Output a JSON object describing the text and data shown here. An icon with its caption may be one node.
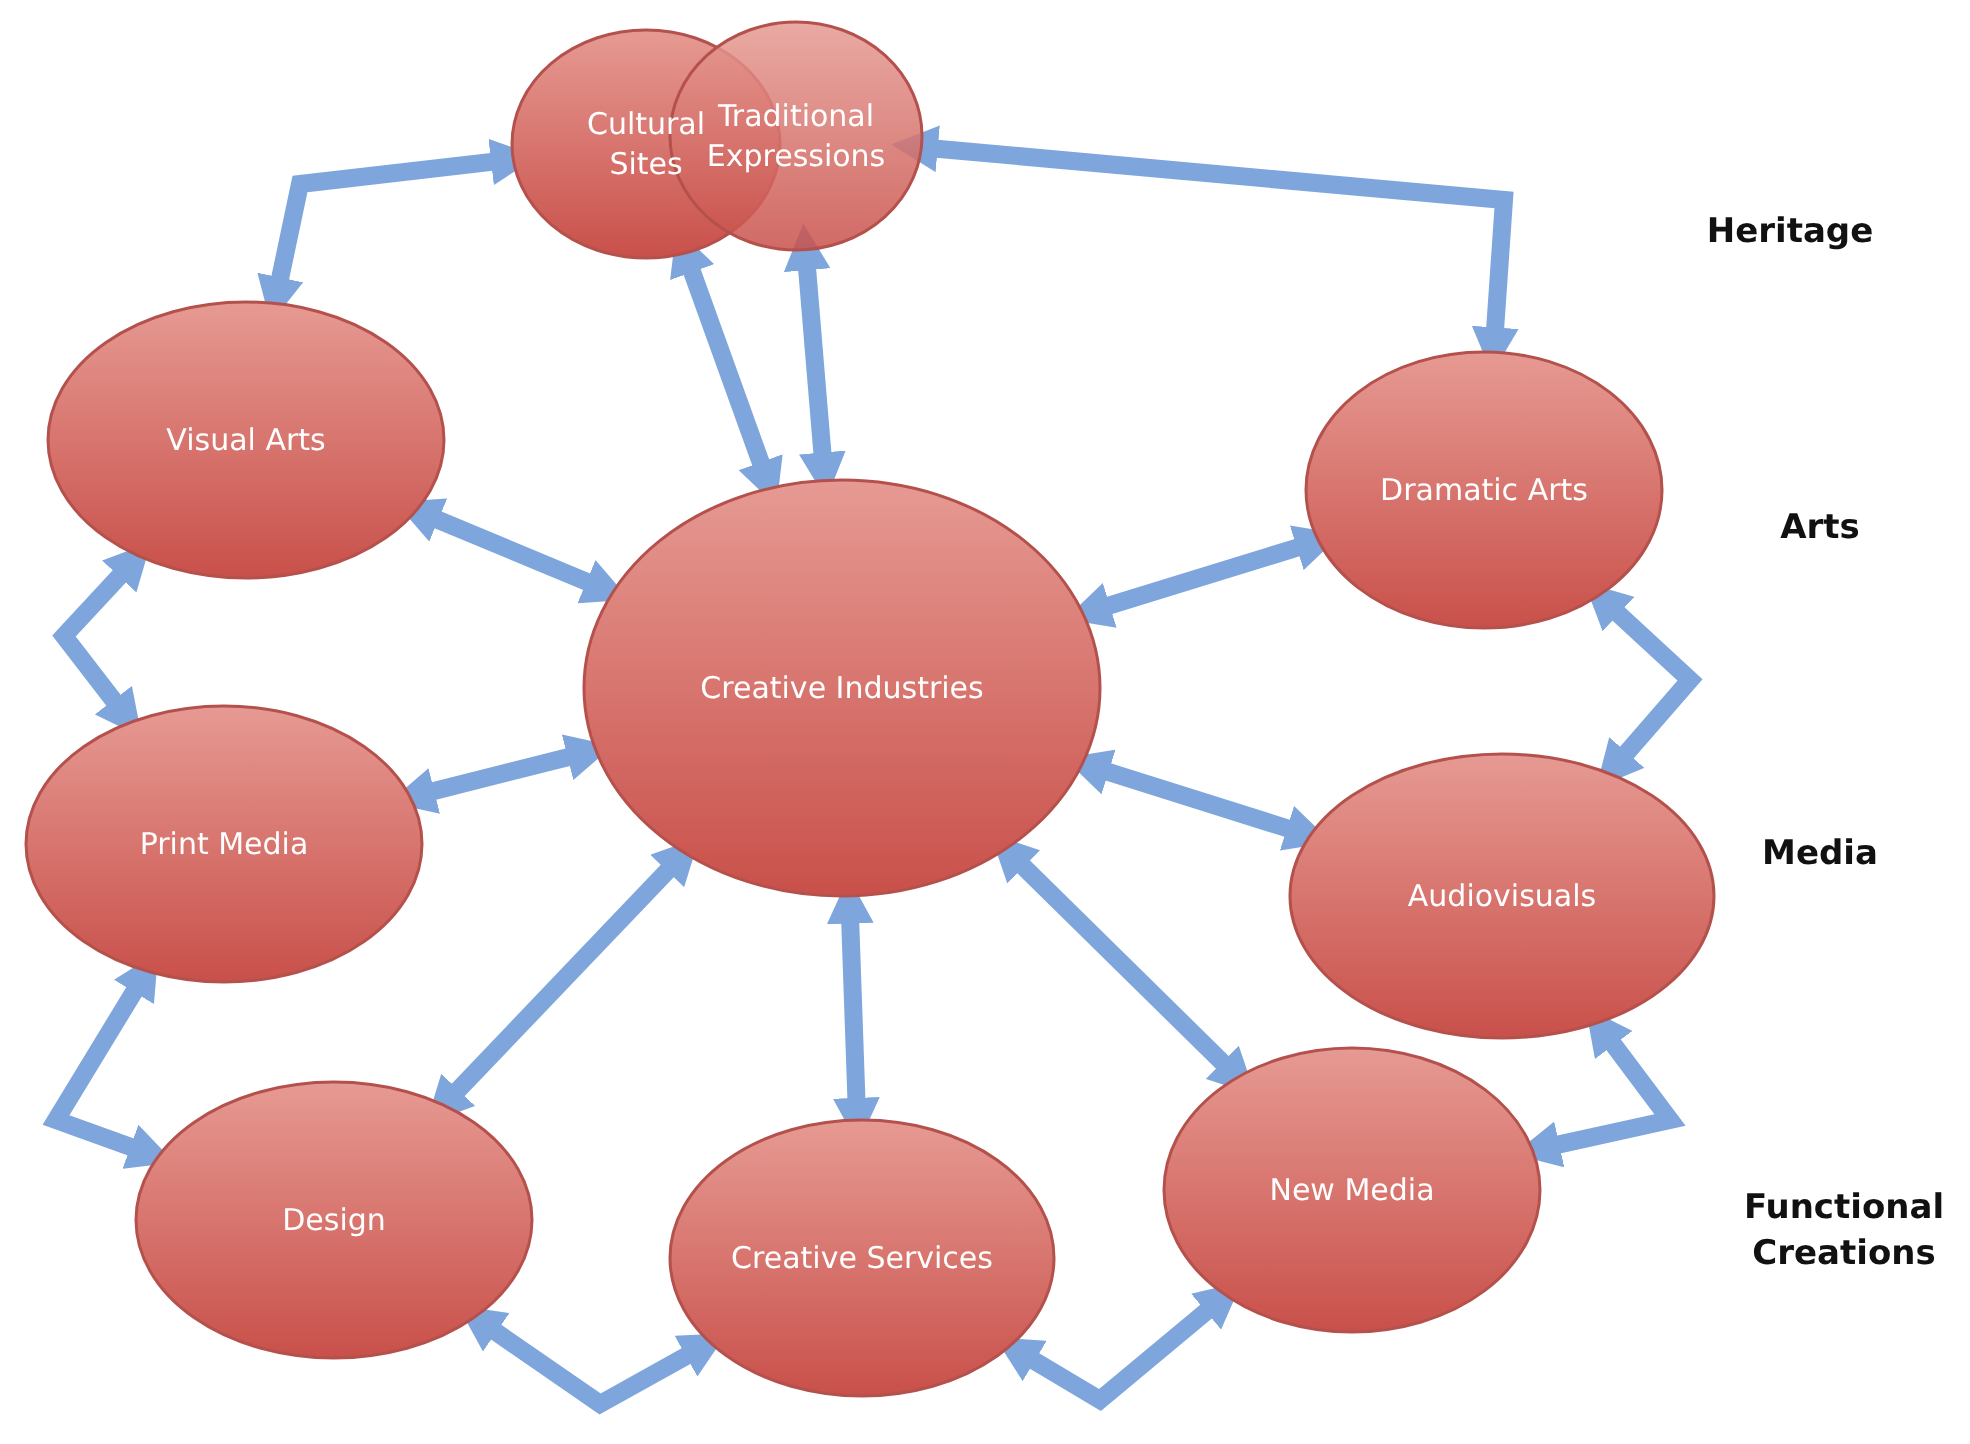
{
  "diagram": {
    "nodes": [
      {
        "text": [
          "Cultural Sites"
        ]
      },
      {
        "text": [
          "Traditional Expressions"
        ]
      },
      {
        "text": [
          "Visual Arts"
        ]
      },
      {
        "text": [
          "Dramatic Arts"
        ]
      },
      {
        "text": [
          "Creative Industries"
        ]
      },
      {
        "text": [
          "Print Media"
        ]
      },
      {
        "text": [
          "Audiovisuals"
        ]
      },
      {
        "text": [
          "Design"
        ]
      },
      {
        "text": [
          "Creative Services"
        ]
      },
      {
        "text": [
          "New Media"
        ]
      }
    ],
    "edges": [
      {
        "from": 4,
        "to": 0,
        "arrow": "both"
      },
      {
        "from": 4,
        "to": 1,
        "arrow": "both"
      },
      {
        "from": 4,
        "to": 2,
        "arrow": "both"
      },
      {
        "from": 4,
        "to": 3,
        "arrow": "both"
      },
      {
        "from": 4,
        "to": 5,
        "arrow": "both"
      },
      {
        "from": 4,
        "to": 6,
        "arrow": "both"
      },
      {
        "from": 4,
        "to": 7,
        "arrow": "both"
      },
      {
        "from": 4,
        "to": 8,
        "arrow": "both"
      },
      {
        "from": 4,
        "to": 9,
        "arrow": "both"
      },
      {
        "from": 2,
        "to": 0,
        "arrow": "both"
      },
      {
        "from": 1,
        "to": 3,
        "arrow": "both"
      },
      {
        "from": 3,
        "to": 6,
        "arrow": "both"
      },
      {
        "from": 6,
        "to": 9,
        "arrow": "both"
      },
      {
        "from": 9,
        "to": 8,
        "arrow": "both"
      },
      {
        "from": 8,
        "to": 7,
        "arrow": "both"
      },
      {
        "from": 7,
        "to": 5,
        "arrow": "both"
      },
      {
        "from": 5,
        "to": 2,
        "arrow": "both"
      }
    ],
    "labels": [
      "Heritage",
      "Arts",
      "Media",
      "Functional Creations"
    ]
  }
}
